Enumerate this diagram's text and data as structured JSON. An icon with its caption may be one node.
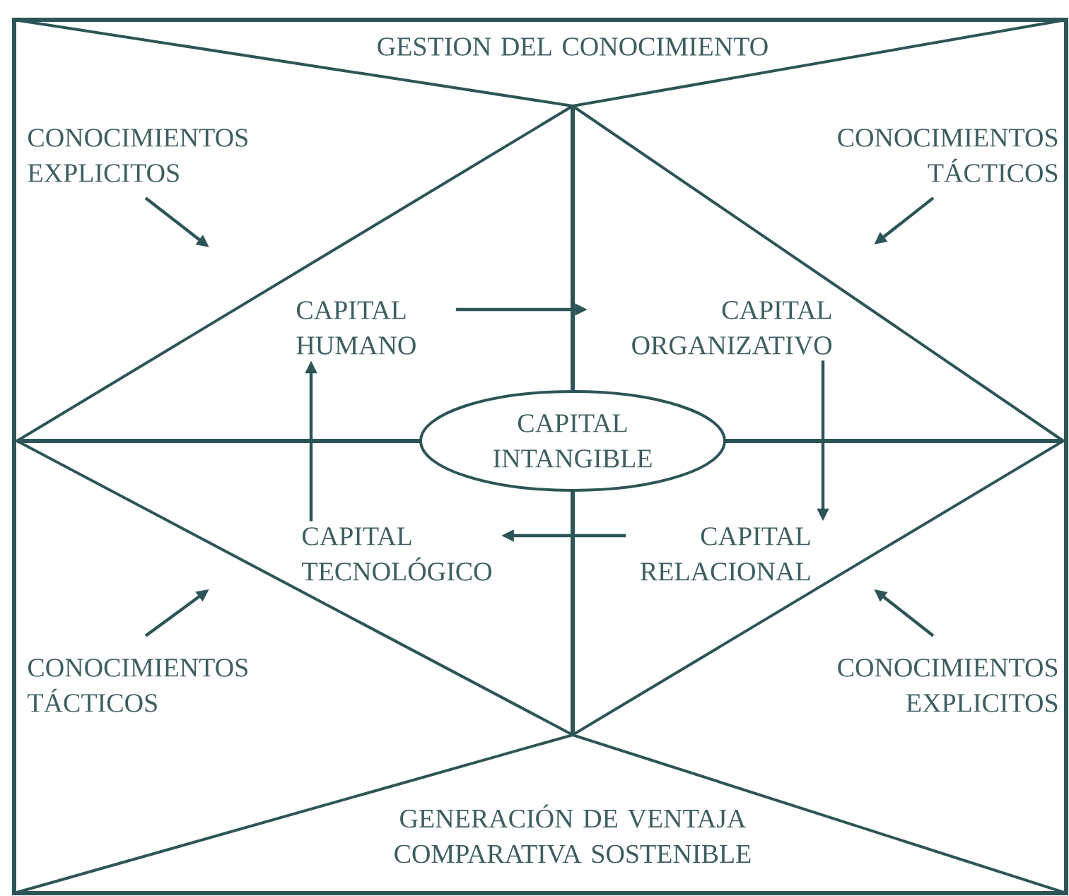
{
  "diagram": {
    "nodes": [
      {
        "text": [
          "GESTION DEL CONOCIMIENTO"
        ]
      },
      {
        "text": [
          "CONOCIMIENTOS EXPLICITOS"
        ]
      },
      {
        "text": [
          "CONOCIMIENTOS TÁCTICOS"
        ]
      },
      {
        "text": [
          "CAPITAL HUMANO"
        ]
      },
      {
        "text": [
          "CAPITAL ORGANIZATIVO"
        ]
      },
      {
        "text": [
          "CAPITAL INTANGIBLE"
        ]
      },
      {
        "text": [
          "CAPITAL TECNOLÓGICO"
        ]
      },
      {
        "text": [
          "CAPITAL RELACIONAL"
        ]
      },
      {
        "text": [
          "CONOCIMIENTOS TÁCTICOS"
        ]
      },
      {
        "text": [
          "CONOCIMIENTOS EXPLICITOS"
        ]
      },
      {
        "text": [
          "GENERACIÓN DE VENTAJA COMPARATIVA SOSTENIBLE"
        ]
      }
    ],
    "edges": [
      {
        "from": 1,
        "to": null,
        "arrow": "to"
      },
      {
        "from": 2,
        "to": null,
        "arrow": "to"
      },
      {
        "from": 3,
        "to": 4,
        "arrow": "to"
      },
      {
        "from": 4,
        "to": 7,
        "arrow": "to"
      },
      {
        "from": 7,
        "to": 6,
        "arrow": "to"
      },
      {
        "from": 6,
        "to": 3,
        "arrow": "to"
      },
      {
        "from": 8,
        "to": null,
        "arrow": "to"
      },
      {
        "from": 9,
        "to": null,
        "arrow": "to"
      }
    ]
  }
}
